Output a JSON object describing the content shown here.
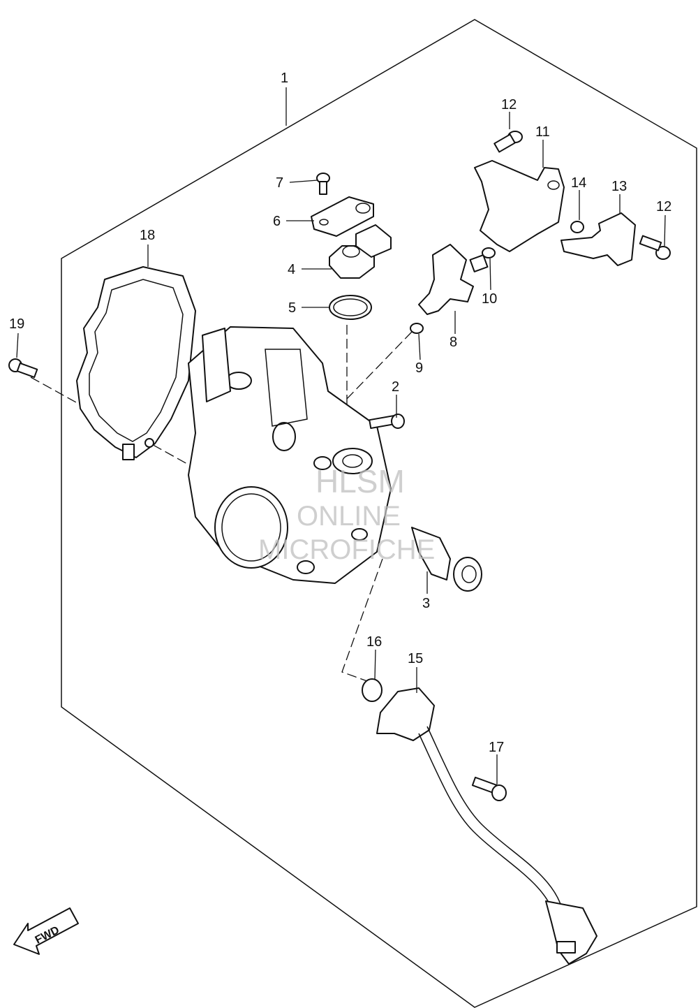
{
  "callouts": [
    "1",
    "2",
    "3",
    "4",
    "5",
    "6",
    "7",
    "8",
    "9",
    "10",
    "11",
    "12",
    "12",
    "13",
    "14",
    "15",
    "16",
    "17",
    "18",
    "19"
  ],
  "direction_badge": "FWD",
  "watermark": {
    "line1": "HLSM",
    "line2": "ONLINE",
    "line3": "MICROFICHE"
  },
  "colors": {
    "line": "#111111",
    "background": "#ffffff",
    "watermark": "#bfbfbf"
  }
}
